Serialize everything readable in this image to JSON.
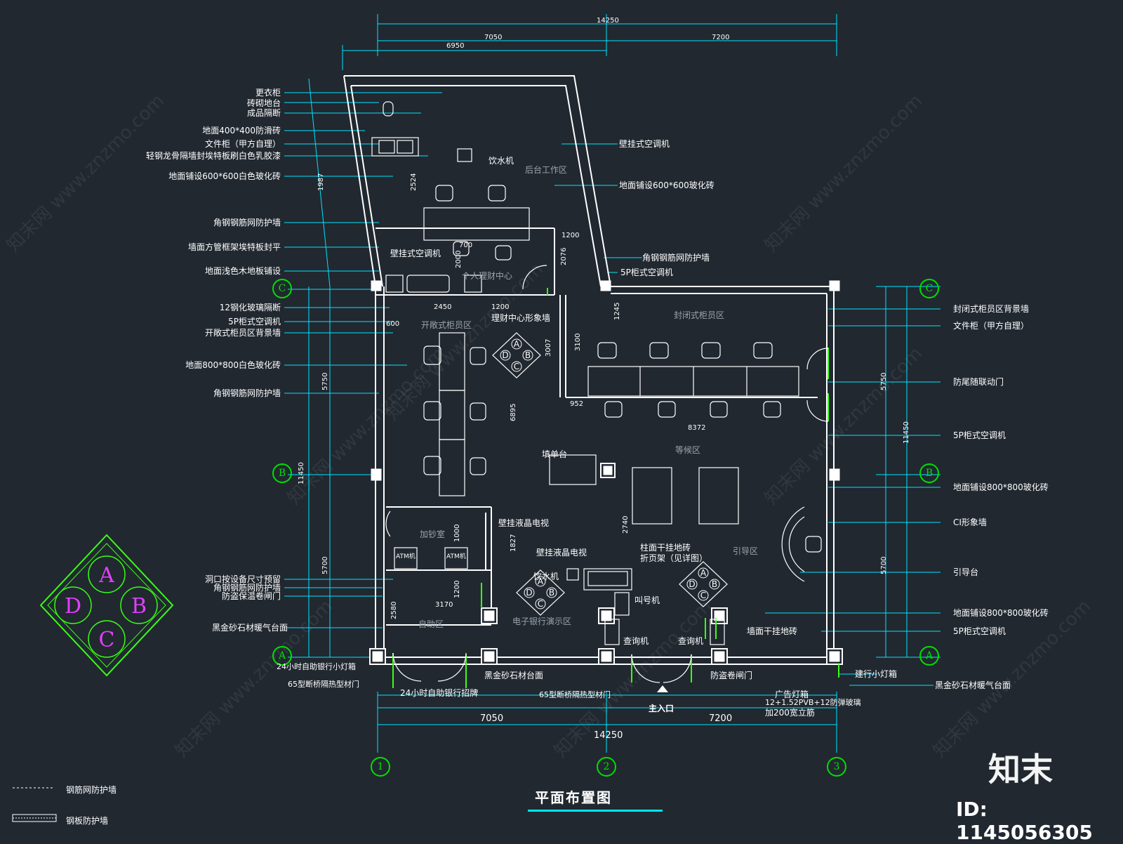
{
  "drawing": {
    "title": "平面布置图",
    "legend": [
      {
        "label": "钢筋网防护墙"
      },
      {
        "label": "钢板防护墙"
      }
    ],
    "watermark": {
      "logo": "知末",
      "id": "ID: 1145056305",
      "site": "www.znzmo.com",
      "brand": "知末网"
    }
  },
  "grid_axes": {
    "columns": [
      "1",
      "2",
      "3"
    ],
    "rows": [
      "C",
      "B",
      "A"
    ]
  },
  "dimensions": {
    "top_total": "14250",
    "top_left": "7050",
    "top_right": "7200",
    "top_inner": "6950",
    "bottom_left": "7050",
    "bottom_right": "7200",
    "bottom_total": "14250",
    "right_total": "11450",
    "right_upper": "5750",
    "right_lower": "5700",
    "left_total": "11450",
    "left_upper": "5750",
    "left_lower": "5700",
    "inner": [
      "2524",
      "2450",
      "1200",
      "1200",
      "600",
      "3100",
      "3007",
      "1245",
      "952",
      "8372",
      "6895",
      "2740",
      "1827",
      "3170",
      "1200",
      "1000",
      "2580",
      "1987",
      "2000",
      "700",
      "1200",
      "2076"
    ]
  },
  "left_labels": [
    "更衣柜",
    "砖砌地台",
    "成品隔断",
    "地面400*400防滑砖",
    "文件柜（甲方自理）",
    "轻钢龙骨隔墙封埃特板刷白色乳胶漆",
    "地面铺设600*600白色玻化砖",
    "角钢钢筋网防护墙",
    "墙面方管框架埃特板封平",
    "地面浅色木地板铺设",
    "12钢化玻璃隔断",
    "5P柜式空调机",
    "开敞式柜员区背景墙",
    "地面800*800白色玻化砖",
    "角钢钢筋网防护墙",
    "洞口按设备尺寸预留",
    "角钢钢筋网防护墙",
    "防盗保温卷闸门",
    "黑金砂石材暖气台面"
  ],
  "right_labels": [
    "壁挂式空调机",
    "地面铺设600*600玻化砖",
    "角钢钢筋网防护墙",
    "5P柜式空调机",
    "封闭式柜员区背景墙",
    "文件柜（甲方自理）",
    "防尾随联动门",
    "5P柜式空调机",
    "地面铺设800*800玻化砖",
    "CI形象墙",
    "引导台",
    "地面铺设800*800玻化砖",
    "5P柜式空调机",
    "建行小灯箱",
    "黑金砂石材暖气台面"
  ],
  "bottom_labels": [
    "24小时自助银行小灯箱",
    "65型断桥隔热型材门",
    "24小时自助银行招牌",
    "黑金砂石材台面",
    "65型断桥隔热型材门",
    "防盗卷闸门",
    "广告灯箱",
    "12+1.52PVB+12防弹玻璃",
    "加200宽立筋",
    "主入口"
  ],
  "zones": [
    "后台工作区",
    "个人理财中心",
    "理财中心形象墙",
    "开敞式柜员区",
    "封闭式柜员区",
    "等候区",
    "填单台",
    "壁挂液晶电视",
    "壁挂液晶电视",
    "加钞室",
    "自助区",
    "饮水机",
    "叫号机",
    "查询机",
    "查询机",
    "电子银行演示区",
    "柱面干挂地砖",
    "折页架（见详图）",
    "引导区",
    "墙面干挂地砖",
    "饮水机",
    "壁挂式空调机",
    "ATM机",
    "ATM机"
  ],
  "colors": {
    "background": "#212830",
    "wall": "#ffffff",
    "dim_line": "#00e5ff",
    "axis": "#00e000",
    "furniture": "#ffffff",
    "green_wall": "#39ff14",
    "accent_magenta": "#e040fb"
  }
}
